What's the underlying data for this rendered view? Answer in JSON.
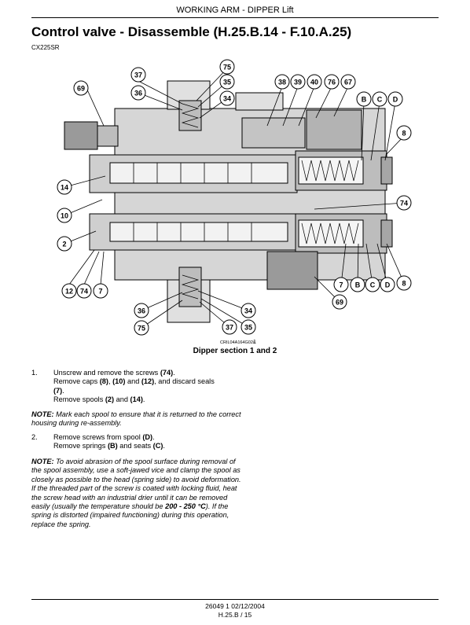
{
  "header": {
    "text": "WORKING ARM - DIPPER Lift"
  },
  "title": "Control valve - Disassemble (H.25.B.14 - F.10.A.25)",
  "model": "CX225SR",
  "figure": {
    "code": "CRIL04A164G02a",
    "number": "1",
    "caption": "Dipper section 1 and 2",
    "callouts": [
      "69",
      "37",
      "36",
      "75",
      "35",
      "34",
      "38",
      "39",
      "40",
      "76",
      "67",
      "B",
      "C",
      "D",
      "8",
      "14",
      "10",
      "74",
      "2",
      "12",
      "74",
      "7",
      "36",
      "75",
      "34",
      "37",
      "35",
      "7",
      "B",
      "C",
      "D",
      "8",
      "69"
    ]
  },
  "step1": {
    "num": "1.",
    "l1a": "Unscrew and remove the screws ",
    "l1b": "(74)",
    "l1c": ".",
    "l2a": "Remove caps ",
    "l2b": "(8)",
    "l2c": ", ",
    "l2d": "(10)",
    "l2e": " and ",
    "l2f": "(12)",
    "l2g": ", and discard seals",
    "l3a": "(7)",
    "l3b": ".",
    "l4a": "Remove spools ",
    "l4b": "(2)",
    "l4c": " and ",
    "l4d": "(14)",
    "l4e": "."
  },
  "note1": {
    "label": "NOTE:",
    "text": " Mark each spool to ensure that it is returned to the correct housing during re-assembly."
  },
  "step2": {
    "num": "2.",
    "l1a": "Remove screws from spool ",
    "l1b": "(D)",
    "l1c": ".",
    "l2a": "Remove springs ",
    "l2b": "(B)",
    "l2c": " and seats ",
    "l2d": "(C)",
    "l2e": "."
  },
  "note2": {
    "label": "NOTE:",
    "text1": " To avoid abrasion of the spool surface during removal of the spool assembly, use a soft-jawed vice and clamp the spool as closely as possible to the head (spring side) to avoid deformation.  If the threaded part of the screw is coated with locking fluid, heat the screw head with an industrial drier until it can be removed easily (usually the temperature should be ",
    "temp": "200 - 250 °C",
    "text2": "). If the spring is distorted (impaired functioning) during this operation, replace the spring."
  },
  "footer": {
    "line1": "26049 1 02/12/2004",
    "line2": "H.25.B / 15"
  }
}
